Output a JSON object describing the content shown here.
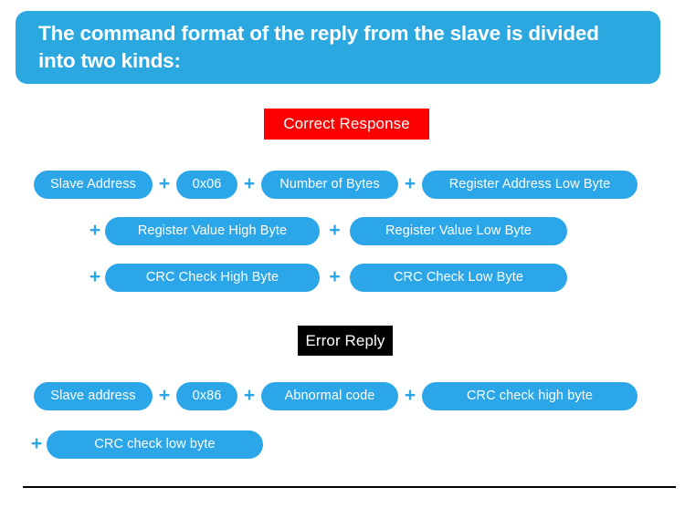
{
  "header": {
    "title": "The command format of the reply from the slave is divided into two kinds:",
    "background_color": "#2BA8E0",
    "text_color": "#ffffff"
  },
  "sections": [
    {
      "badge_label": "Correct Response",
      "badge_color": "#FA0000",
      "badge_text_color": "#ffffff",
      "rows": [
        {
          "fields": [
            "Slave Address",
            "0x06",
            "Number of Bytes",
            "Register Address Low Byte"
          ],
          "leading_plus": false
        },
        {
          "fields": [
            "Register Value High Byte",
            "Register Value Low Byte"
          ],
          "leading_plus": true
        },
        {
          "fields": [
            "CRC Check High Byte",
            "CRC Check Low Byte"
          ],
          "leading_plus": true
        }
      ]
    },
    {
      "badge_label": "Error Reply",
      "badge_color": "#000000",
      "badge_text_color": "#ffffff",
      "rows": [
        {
          "fields": [
            "Slave address",
            "0x86",
            "Abnormal code",
            "CRC check high byte"
          ],
          "leading_plus": false
        },
        {
          "fields": [
            "CRC check low byte"
          ],
          "leading_plus": true
        }
      ]
    }
  ],
  "separator_symbol": "+",
  "pill": {
    "background_color": "#2BA6E8",
    "text_color": "#ffffff"
  },
  "footer": {
    "divider_color": "#000000"
  }
}
